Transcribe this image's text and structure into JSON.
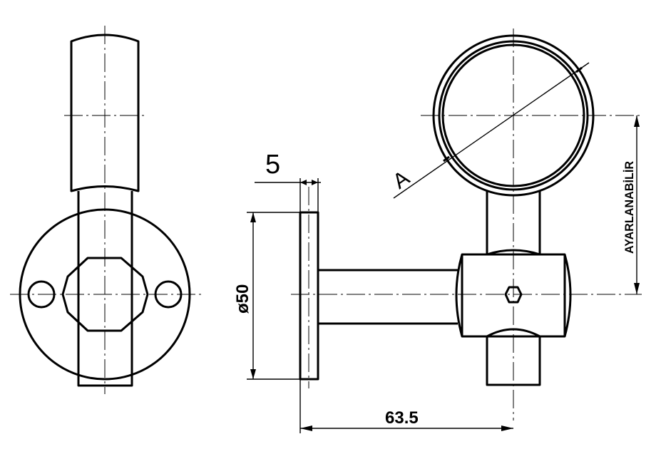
{
  "drawing": {
    "dimensions": {
      "thickness": "5",
      "flange_diameter": "ø50",
      "offset": "63.5",
      "section_label": "A",
      "adjustable_note": "AYARLANABİLİR"
    }
  }
}
